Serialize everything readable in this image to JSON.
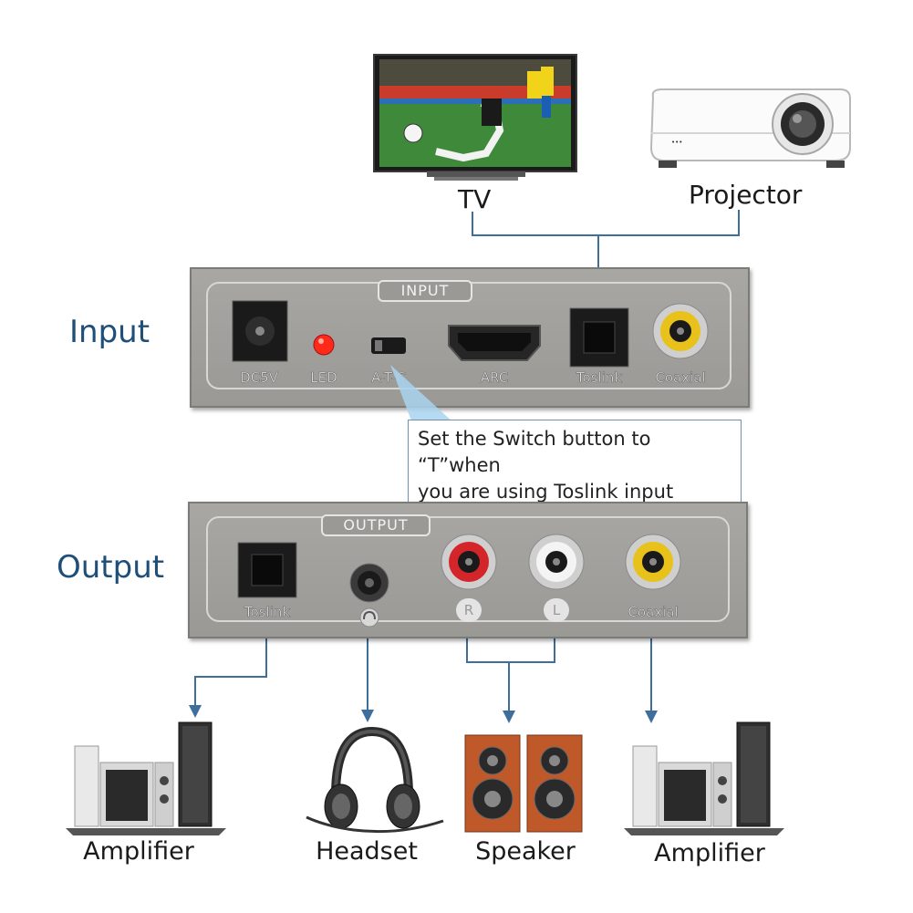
{
  "sources": {
    "tv_label": "TV",
    "projector_label": "Projector"
  },
  "input_panel": {
    "side_label": "Input",
    "title": "INPUT",
    "ports": {
      "dc5v": "DC5V",
      "led": "LED",
      "switch": "A-T-C",
      "arc": "ARC",
      "toslink": "Toslink",
      "coaxial": "Coaxial"
    }
  },
  "callout": {
    "line1": "Set the Switch button to “T”when",
    "line2": "you are using Toslink input"
  },
  "output_panel": {
    "side_label": "Output",
    "title": "OUTPUT",
    "ports": {
      "toslink": "Toslink",
      "right": "R",
      "left": "L",
      "coaxial": "Coaxial"
    }
  },
  "devices": {
    "amplifier_left": "Amplifier",
    "headset": "Headset",
    "speaker": "Speaker",
    "amplifier_right": "Amplifier"
  },
  "colors": {
    "line_blue": "#3d6e9c",
    "side_label_blue": "#1f4e79",
    "panel_gray": "#a09f9b",
    "rca_red": "#d4262a",
    "rca_yellow": "#e8c21a",
    "led_red": "#ff2a1a"
  }
}
